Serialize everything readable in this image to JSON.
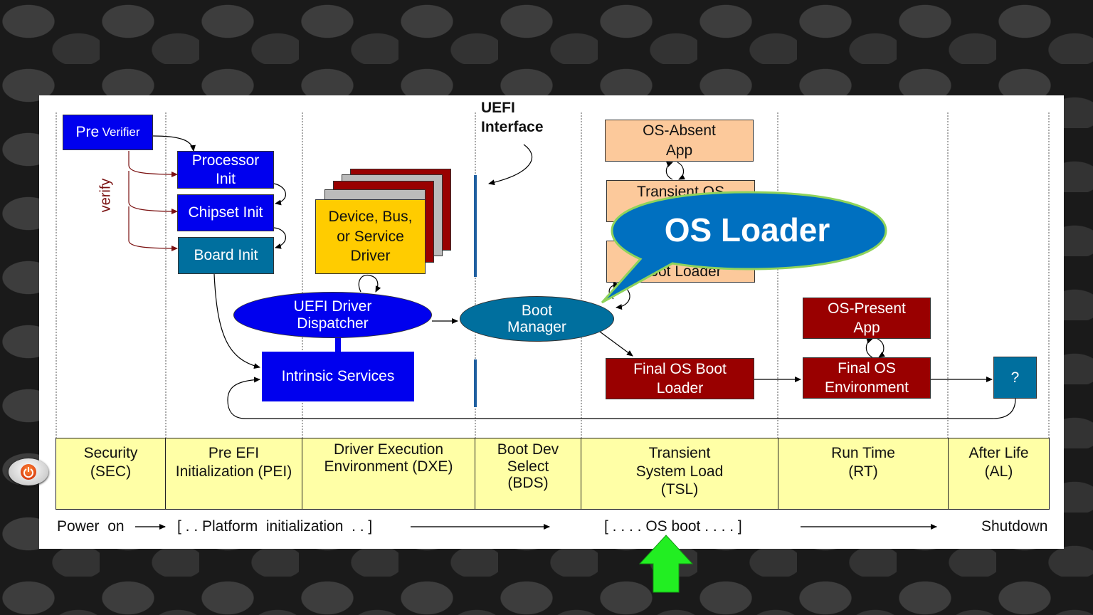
{
  "pre_verifier": {
    "main": "Pre",
    "small": "Verifier"
  },
  "verify_label": "verify",
  "processor_init": "Processor\nInit",
  "chipset_init": "Chipset Init",
  "board_init": "Board Init",
  "device_driver": "Device,  Bus,\nor Service\nDriver",
  "uefi_driver_dispatcher": "UEFI Driver\nDispatcher",
  "intrinsic_services": "Intrinsic Services",
  "uefi_interface": "UEFI\nInterface",
  "boot_manager": "Boot\nManager",
  "os_absent_app": "OS-Absent\nApp",
  "transient_os_env": "Transient OS\nEnvironment",
  "transient_os_loader": "Transient OS\nBoot Loader",
  "os_loader_callout": "OS Loader",
  "final_os_boot_loader": "Final OS Boot\nLoader",
  "os_present_app": "OS-Present\nApp",
  "final_os_environment": "Final OS\nEnvironment",
  "after_life_box": "?",
  "phases": [
    {
      "label": "Security\n(SEC)"
    },
    {
      "label": "Pre EFI\nInitialization  (PEI)"
    },
    {
      "label": "Driver Execution\nEnvironment  (DXE)"
    },
    {
      "label": "Boot Dev\nSelect\n(BDS)"
    },
    {
      "label": "Transient\nSystem Load\n(TSL)"
    },
    {
      "label": "Run Time\n(RT)"
    },
    {
      "label": "After Life\n(AL)"
    }
  ],
  "timeline": {
    "power_on": "Power  on",
    "platform_init": "[ . . Platform  initialization  . . ]",
    "os_boot": "[ . . . . OS boot . . . . ]",
    "shutdown": "Shutdown"
  },
  "colors": {
    "blue": "#0000ee",
    "teal": "#006f9e",
    "orange_box": "#ffcc00",
    "dark_red": "#990000",
    "peach": "#fcc99b",
    "phase_yellow": "#ffffa6",
    "callout_blue": "#0070c0",
    "callout_border": "#8fd35a",
    "green_arrow": "#22ee22"
  }
}
